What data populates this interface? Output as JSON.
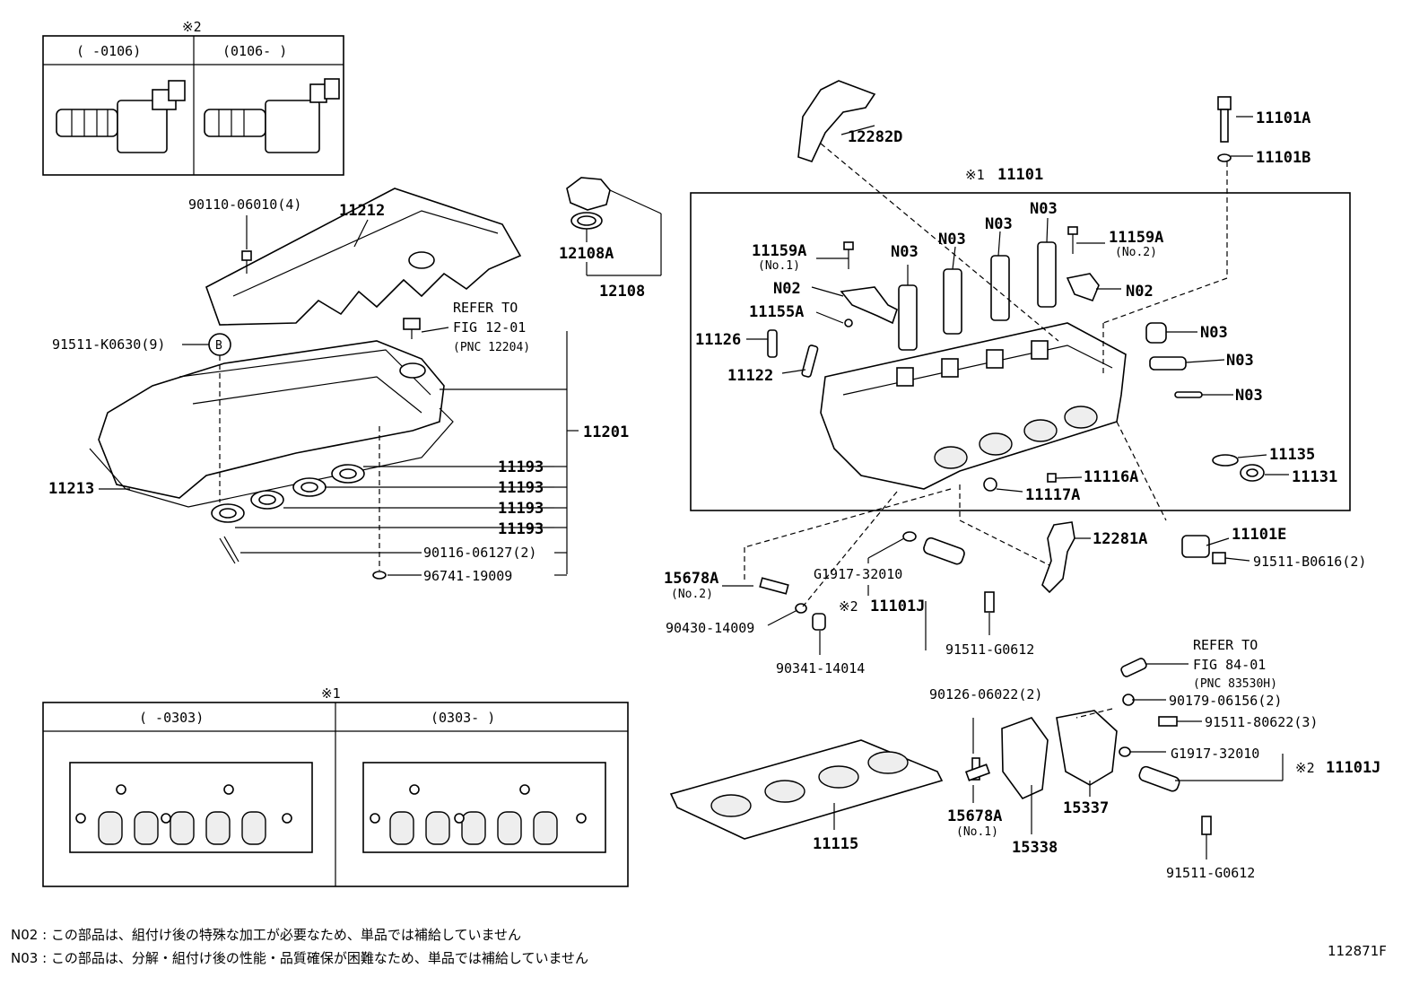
{
  "figure_id": "112871F",
  "footnotes": {
    "n02": "N02 : この部品は、組付け後の特殊な加工が必要なため、単品では補給していません",
    "n03": "N03 : この部品は、分解・組付け後の性能・品質確保が困難なため、単品では補給していません"
  },
  "inset_vvt": {
    "mark": "※2",
    "col_left": "(    -0106)",
    "col_right": "(0106-    )"
  },
  "inset_head": {
    "mark": "※1",
    "col_left": "(     -0303)",
    "col_right": "(0303-     )"
  },
  "refer_12": {
    "line1": "REFER TO",
    "line2": "FIG 12-01",
    "line3": "(PNC 12204)"
  },
  "refer_84": {
    "line1": "REFER TO",
    "line2": "FIG 84-01",
    "line3": "(PNC 83530H)"
  },
  "badge_b": "B",
  "labels": {
    "p90110": "90110-06010(4)",
    "p11212": "11212",
    "p91511k": "91511-K0630(9)",
    "p11213": "11213",
    "p12108a": "12108A",
    "p12108": "12108",
    "p11201": "11201",
    "p11193a": "11193",
    "p11193b": "11193",
    "p11193c": "11193",
    "p11193d": "11193",
    "p90116": "90116-06127(2)",
    "p96741": "96741-19009",
    "p12282d": "12282D",
    "p11101a": "11101A",
    "p11101b": "11101B",
    "p11101mark": "※1",
    "p11101": "11101",
    "p11159a1": "11159A",
    "p11159a1sub": "(No.1)",
    "p11159a2": "11159A",
    "p11159a2sub": "(No.2)",
    "pn03a": "N03",
    "pn03b": "N03",
    "pn03c": "N03",
    "pn03d": "N03",
    "pn02a": "N02",
    "pn02b": "N02",
    "p11155a": "11155A",
    "p11126": "11126",
    "p11122": "11122",
    "pn03e": "N03",
    "pn03f": "N03",
    "pn03g": "N03",
    "p11135": "11135",
    "p11131": "11131",
    "p11116a": "11116A",
    "p11117a": "11117A",
    "p15678a2": "15678A",
    "p15678a2sub": "(No.2)",
    "pg1917a": "G1917-32010",
    "p11101jmark": "※2",
    "p11101j": "11101J",
    "p12281a": "12281A",
    "p11101e": "11101E",
    "p91511b": "91511-B0616(2)",
    "p90430": "90430-14009",
    "p90341": "90341-14014",
    "p91511g1": "91511-G0612",
    "p90126": "90126-06022(2)",
    "p90179": "90179-06156(2)",
    "p91511_8": "91511-80622(3)",
    "pg1917b": "G1917-32010",
    "p11101j2mark": "※2",
    "p11101j2": "11101J",
    "p15678a1": "15678A",
    "p15678a1sub": "(No.1)",
    "p15337": "15337",
    "p15338": "15338",
    "p11115": "11115",
    "p91511g2": "91511-G0612"
  }
}
